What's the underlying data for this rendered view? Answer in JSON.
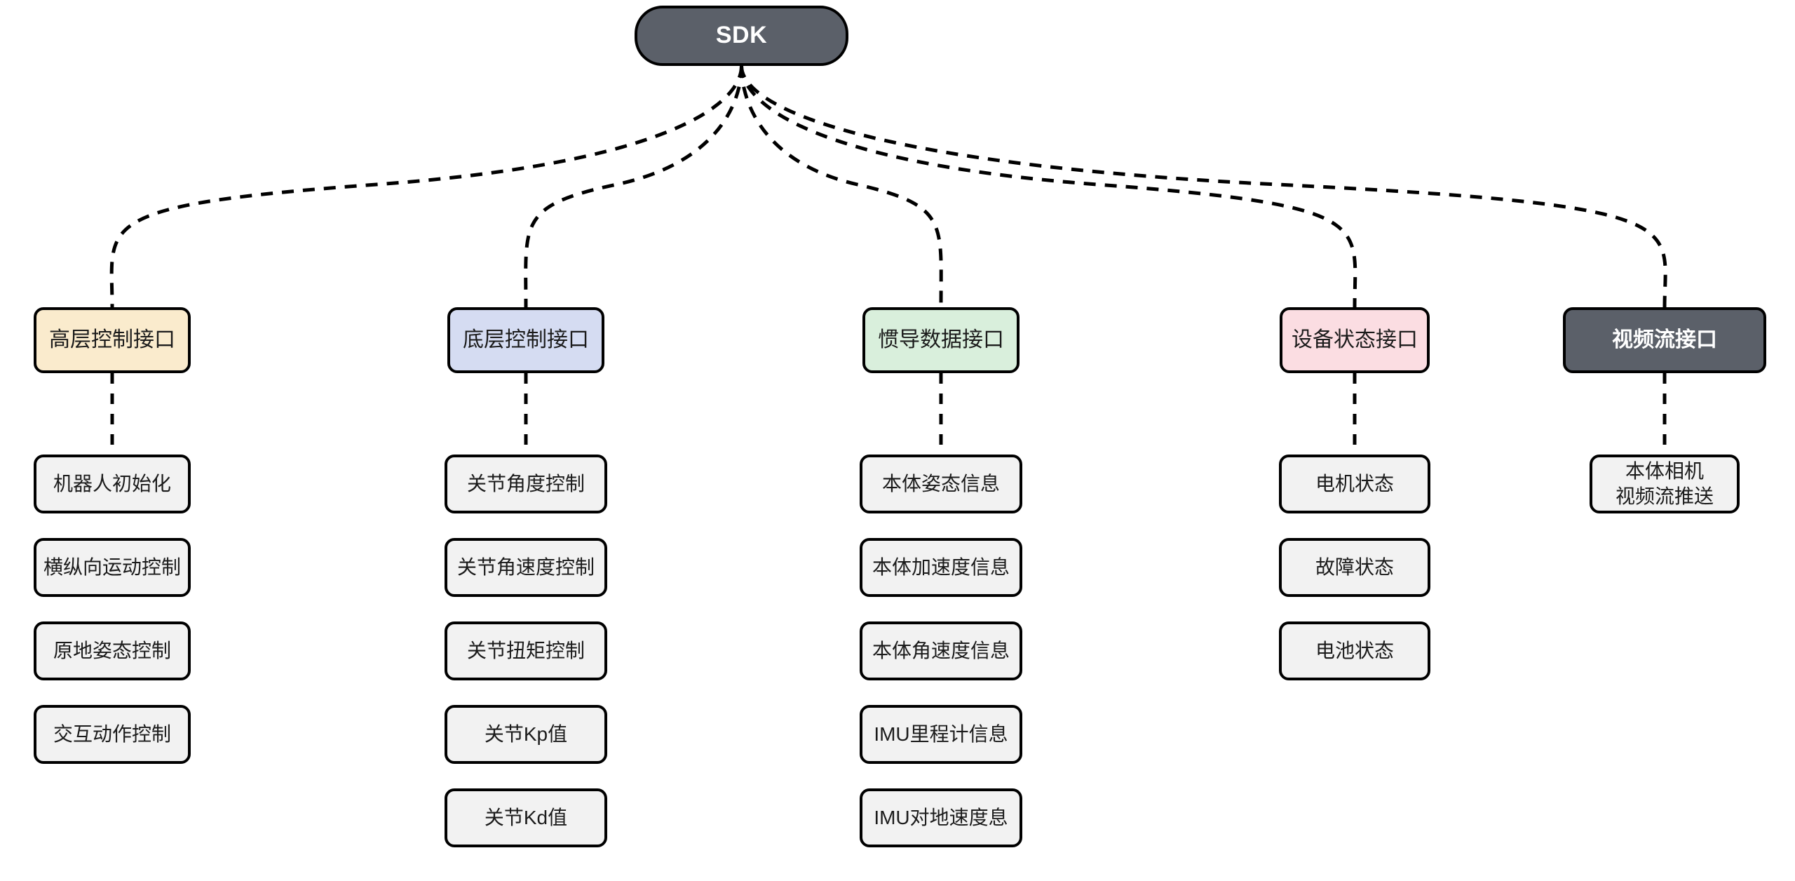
{
  "diagram": {
    "title": "SDK",
    "root": {
      "label": "SDK",
      "fill": "#5b6069",
      "text_color": "#ffffff"
    },
    "colors": {
      "edge": "#000000",
      "leaf_fill": "#f2f2f2",
      "border": "#000000",
      "background": "#ffffff"
    },
    "categories": [
      {
        "label": "高层控制接口",
        "fill": "#faebcd",
        "text_color": "#1b1b1b",
        "leaves": [
          {
            "label": "机器人初始化"
          },
          {
            "label": "横纵向运动控制"
          },
          {
            "label": "原地姿态控制"
          },
          {
            "label": "交互动作控制"
          }
        ]
      },
      {
        "label": "底层控制接口",
        "fill": "#d5dcf2",
        "text_color": "#1b1b1b",
        "leaves": [
          {
            "label": "关节角度控制"
          },
          {
            "label": "关节角速度控制"
          },
          {
            "label": "关节扭矩控制"
          },
          {
            "label": "关节Kp值"
          },
          {
            "label": "关节Kd值"
          }
        ]
      },
      {
        "label": "惯导数据接口",
        "fill": "#d9efdc",
        "text_color": "#1b1b1b",
        "leaves": [
          {
            "label": "本体姿态信息"
          },
          {
            "label": "本体加速度信息"
          },
          {
            "label": "本体角速度信息"
          },
          {
            "label": "IMU里程计信息"
          },
          {
            "label": "IMU对地速度息"
          }
        ]
      },
      {
        "label": "设备状态接口",
        "fill": "#fbdde2",
        "text_color": "#1b1b1b",
        "leaves": [
          {
            "label": "电机状态"
          },
          {
            "label": "故障状态"
          },
          {
            "label": "电池状态"
          }
        ]
      },
      {
        "label": "视频流接口",
        "fill": "#5b6069",
        "text_color": "#ffffff",
        "leaves": [
          {
            "label": "本体相机\n视频流推送"
          }
        ]
      }
    ]
  }
}
